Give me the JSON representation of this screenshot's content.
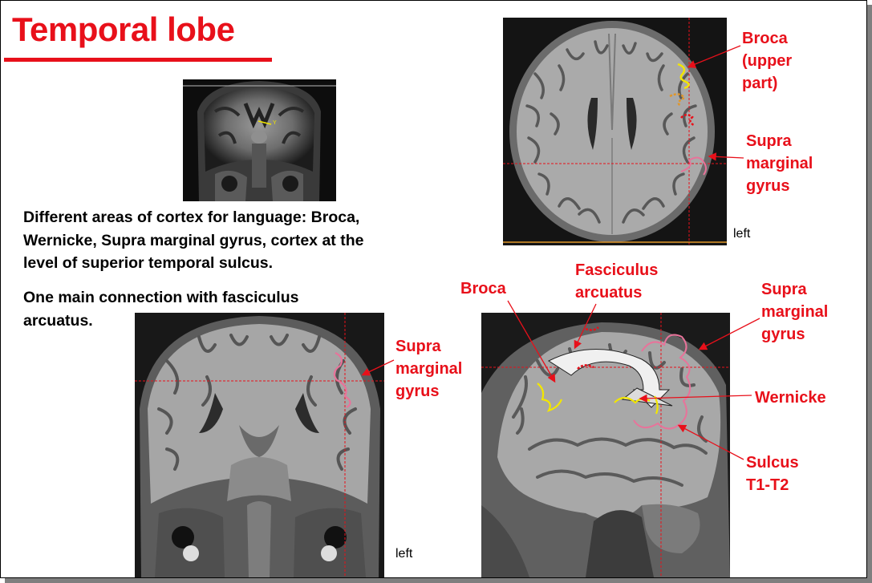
{
  "title": "Temporal lobe",
  "body": {
    "paragraph1": [
      "Different areas of cortex for language: Broca,",
      "Wernicke, Supra marginal gyrus, cortex at the",
      "level of superior temporal sulcus."
    ],
    "paragraph2": [
      "One main connection with fasciculus",
      "arcuatus."
    ]
  },
  "axial_labels": {
    "broca": [
      "Broca",
      "(upper",
      "part)"
    ],
    "supra": [
      "Supra",
      "marginal",
      "gyrus"
    ],
    "side": "left"
  },
  "coronal_labels": {
    "supra": [
      "Supra",
      "marginal",
      "gyrus"
    ],
    "side": "left"
  },
  "sagittal_labels": {
    "broca": "Broca",
    "fasciculus": [
      "Fasciculus",
      "arcuatus"
    ],
    "supra": [
      "Supra",
      "marginal",
      "gyrus"
    ],
    "wernicke": "Wernicke",
    "sulcus": [
      "Sulcus",
      "T1-T2"
    ]
  },
  "colors": {
    "accent": "#e8101a",
    "annotation_yellow": "#f2e600",
    "annotation_pink": "#e8739a",
    "annotation_orange": "#e0962a"
  }
}
